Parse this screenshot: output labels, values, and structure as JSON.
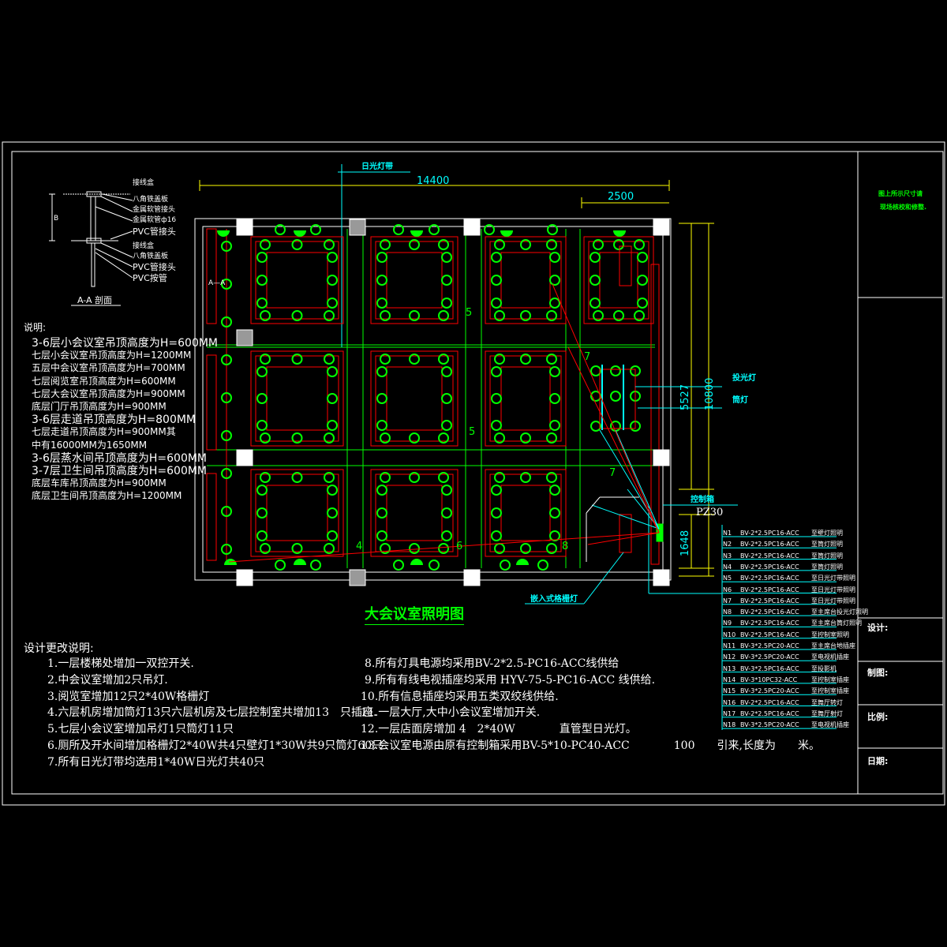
{
  "title": "大会议室照明图",
  "plan_labels": {
    "daylight_strip": "日光灯带",
    "floodlight": "投光灯",
    "downlight": "筒灯",
    "control_box": "控制箱",
    "control_box_model": "PZ30",
    "grille_light": "嵌入式格栅灯",
    "section_mark": "A—A",
    "circuit_numbers": [
      "5",
      "5",
      "7",
      "7",
      "4",
      "6",
      "8"
    ]
  },
  "dimensions": {
    "total_width": "14400",
    "bay_width": "2500",
    "total_depth": "10800",
    "partial_depth": "5527",
    "bottom_depth": "1648",
    "section_height": "B"
  },
  "section": {
    "title": "A-A 剖面",
    "labels": [
      "接线盒",
      "八角铁盖板",
      "金属软管接头",
      "金属软管ф16",
      "PVC管接头",
      "接线盒",
      "八角铁盖板",
      "PVC管接头",
      "PVC按管"
    ]
  },
  "notes": {
    "heading": "说明:",
    "lines": [
      "3-6层小会议室吊顶高度为H=600MM",
      "七层小会议室吊顶高度为H=1200MM",
      "五层中会议室吊顶高度为H=700MM",
      "七层阅览室吊顶高度为H=600MM",
      "七层大会议室吊顶高度为H=900MM",
      "底层门厅吊顶高度为H=900MM",
      "3-6层走道吊顶高度为H=800MM",
      "七层走道吊顶高度为H=900MM其",
      "中有16000MM为1650MM",
      "3-6层蒸水间吊顶高度为H=600MM",
      "3-7层卫生间吊顶高度为H=600MM",
      "底层车库吊顶高度为H=900MM",
      "底层卫生间吊顶高度为H=1200MM"
    ]
  },
  "changes": {
    "heading": "设计更改说明:",
    "left": [
      "1.一层楼梯处增加一双控开关.",
      "2.中会议室增加2只吊灯.",
      "3.阅览室增加12只2*40W格栅灯",
      "4.六层机房增加筒灯13只六层机房及七层控制室共增加13　只插座.",
      "5.七层小会议室增加吊灯1只筒灯11只",
      "6.厕所及开水间增加格栅灯2*40W共4只壁灯1*30W共9只筒灯60只",
      "7.所有日光灯带均选用1*40W日光灯共40只"
    ],
    "right": [
      "8.所有灯具电源均采用BV-2*2.5-PC16-ACC线供给",
      "9.所有有线电视插座均采用 HYV-75-5-PC16-ACC 线供给.",
      "10.所有信息插座均采用五类双绞线供给.",
      "11.一层大厅,大中小会议室增加开关.",
      "12.一层店面房增加 4　2*40W　　　　直管型日光灯。",
      "13.会议室电源由原有控制箱采用BV-5*10-PC40-ACC　　　　100　　引来,长度为　　米。"
    ]
  },
  "circuits": [
    {
      "id": "N1",
      "cable": "BV-2*2.5PC16-ACC",
      "dest": "至壁灯照明"
    },
    {
      "id": "N2",
      "cable": "BV-2*2.5PC16-ACC",
      "dest": "至筒灯照明"
    },
    {
      "id": "N3",
      "cable": "BV-2*2.5PC16-ACC",
      "dest": "至筒灯照明"
    },
    {
      "id": "N4",
      "cable": "BV-2*2.5PC16-ACC",
      "dest": "至筒灯照明"
    },
    {
      "id": "N5",
      "cable": "BV-2*2.5PC16-ACC",
      "dest": "至日光灯带照明"
    },
    {
      "id": "N6",
      "cable": "BV-2*2.5PC16-ACC",
      "dest": "至日光灯带照明"
    },
    {
      "id": "N7",
      "cable": "BV-2*2.5PC16-ACC",
      "dest": "至日光灯带照明"
    },
    {
      "id": "N8",
      "cable": "BV-2*2.5PC16-ACC",
      "dest": "至主席台投光灯照明"
    },
    {
      "id": "N9",
      "cable": "BV-2*2.5PC16-ACC",
      "dest": "至主席台筒灯照明"
    },
    {
      "id": "N10",
      "cable": "BV-2*2.5PC16-ACC",
      "dest": "至控制室照明"
    },
    {
      "id": "N11",
      "cable": "BV-3*2.5PC20-ACC",
      "dest": "至主席台地插座"
    },
    {
      "id": "N12",
      "cable": "BV-3*2.5PC20-ACC",
      "dest": "至电视机插座"
    },
    {
      "id": "N13",
      "cable": "BV-3*2.5PC16-ACC",
      "dest": "至投影机"
    },
    {
      "id": "N14",
      "cable": "BV-3*10PC32-ACC",
      "dest": "至控制室插座"
    },
    {
      "id": "N15",
      "cable": "BV-3*2.5PC20-ACC",
      "dest": "至控制室插座"
    },
    {
      "id": "N16",
      "cable": "BV-2*2.5PC16-ACC",
      "dest": "至舞厅转灯"
    },
    {
      "id": "N17",
      "cable": "BV-2*2.5PC16-ACC",
      "dest": "至舞厅射灯"
    },
    {
      "id": "N18",
      "cable": "BV-3*2.5PC20-ACC",
      "dest": "至电视机插座"
    }
  ],
  "title_block": {
    "remark": [
      "图上所示尺寸请",
      "现场核校和修整."
    ],
    "design": "设计:",
    "drawn": "制图:",
    "scale": "比例:",
    "date": "日期:"
  },
  "colors": {
    "wall": "#ffffff",
    "room": "#ff0000",
    "light": "#00ff00",
    "wiring": "#00ffff",
    "dimension": "#ffff00"
  }
}
